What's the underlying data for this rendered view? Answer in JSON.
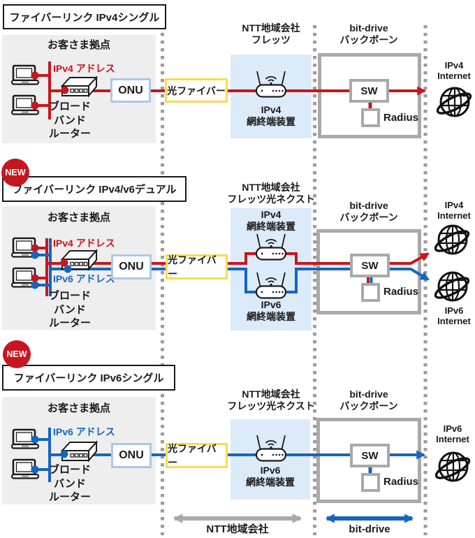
{
  "colors": {
    "ipv4_red": "#c7161e",
    "ipv6_blue": "#1565c0",
    "ntt_area_fill": "#dcebfa",
    "customer_fill": "#eeeeee",
    "fiber_border_yellow": "#f7dc4f",
    "onu_border_blue": "#abc8e5",
    "backbone_border_gray": "#a9a9a9",
    "separator_gray": "#9b9b9b"
  },
  "sections": [
    {
      "title": "ファイバーリンク IPv4シングル",
      "customer_site_label": "お客さま拠点",
      "ipv4_address_label": "IPv4 アドレス",
      "broadband_router_label": "ブロード\nバンド\nルーター",
      "onu_label": "ONU",
      "fiber_label": "光ファイバー",
      "ntt_header": "NTT地域会社\nフレッツ",
      "ipv4_nte_label": "IPv4\n網終端装置",
      "backbone_header": "bit-drive\nバックボーン",
      "sw_label": "SW",
      "radius_label": "Radius",
      "ipv4_internet_label": "IPv4\nInternet"
    },
    {
      "new_badge": "NEW",
      "title": "ファイバーリンク IPv4/v6デュアル",
      "customer_site_label": "お客さま拠点",
      "ipv4_address_label": "IPv4 アドレス",
      "ipv6_address_label": "IPv6 アドレス",
      "broadband_router_label": "ブロード\nバンド\nルーター",
      "onu_label": "ONU",
      "fiber_label": "光ファイバー",
      "ntt_header": "NTT地域会社\nフレッツ光ネクスト",
      "ipv4_nte_label": "IPv4\n網終端装置",
      "ipv6_nte_label": "IPv6\n網終端装置",
      "backbone_header": "bit-drive\nバックボーン",
      "sw_label": "SW",
      "radius_label": "Radius",
      "ipv4_internet_label": "IPv4\nInternet",
      "ipv6_internet_label": "IPv6\nInternet"
    },
    {
      "new_badge": "NEW",
      "title": "ファイバーリンク IPv6シングル",
      "customer_site_label": "お客さま拠点",
      "ipv6_address_label": "IPv6 アドレス",
      "broadband_router_label": "ブロード\nバンド\nルーター",
      "onu_label": "ONU",
      "fiber_label": "光ファイバー",
      "ntt_header": "NTT地域会社\nフレッツ光ネクスト",
      "ipv6_nte_label": "IPv6\n網終端装置",
      "backbone_header": "bit-drive\nバックボーン",
      "sw_label": "SW",
      "radius_label": "Radius",
      "ipv6_internet_label": "IPv6\nInternet"
    }
  ],
  "legend": {
    "ntt_label": "NTT地域会社",
    "bitdrive_label": "bit-drive"
  }
}
